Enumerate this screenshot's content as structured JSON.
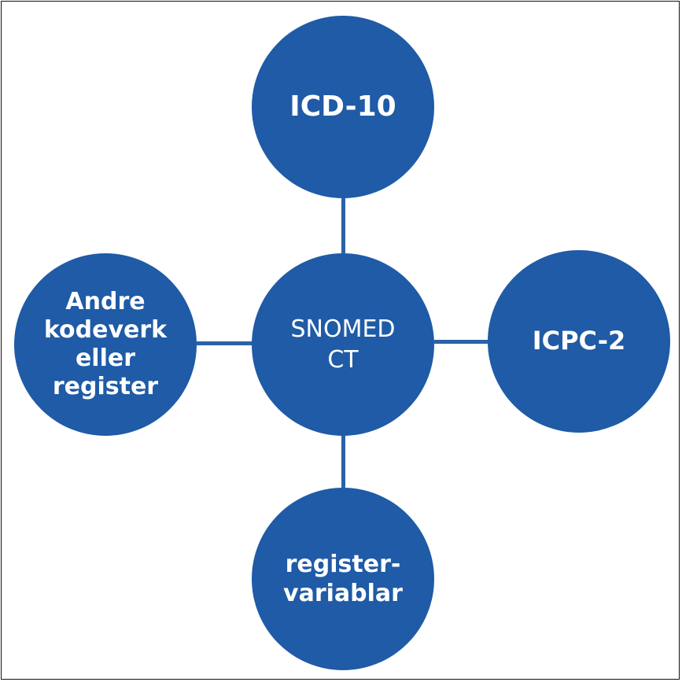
{
  "diagram": {
    "center": {
      "lines": [
        "SNOMED",
        "CT"
      ]
    },
    "top": {
      "lines": [
        "ICD-10"
      ]
    },
    "right": {
      "lines": [
        "ICPC-2"
      ]
    },
    "bottom": {
      "lines": [
        "register-",
        "variablar"
      ]
    },
    "left": {
      "lines": [
        "Andre",
        "kodeverk",
        "eller",
        "register"
      ]
    }
  },
  "colors": {
    "node_fill": "#1f5ba6",
    "connector": "#2a62a8",
    "text": "#ffffff",
    "border": "#111111"
  }
}
